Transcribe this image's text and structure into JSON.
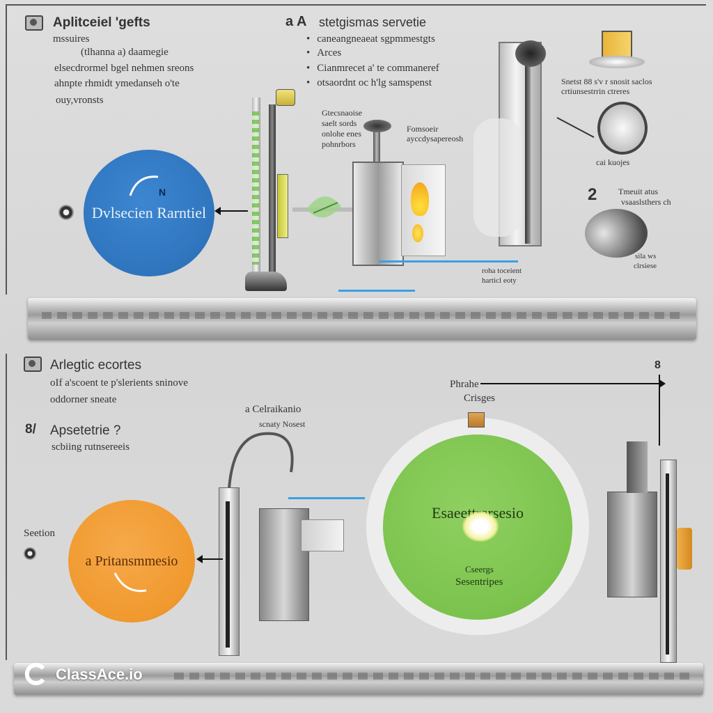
{
  "top": {
    "title": "Aplitceiel 'gefts",
    "desc_lines": [
      "mssuires",
      "(tlhanna a) daamegie",
      "elsecdrormel bgel nehmen sreons",
      "ahnpte rhmidt ymedanseh o'te",
      "ouy,vronsts"
    ],
    "step_label": "a A",
    "list_title": "stetgismas servetie",
    "bullets": [
      "caneangneaeat sgpmmestgts",
      "Arces",
      "Cianmrecet a' te commaneref",
      "otsaordnt oc h'lg samspenst"
    ],
    "callout_a": [
      "Gtecsnaoise",
      "saelt sords",
      "onlohe enes",
      "pohnrbors"
    ],
    "callout_b": [
      "Fomsoeir",
      "ayccdysapereosh"
    ],
    "circle_label": "Dvlsecien Rarntiel",
    "circle_icon_letter": "N",
    "right_note_1": [
      "Snetst 88 s'v r snosit saclos",
      "crtiunsestrrin ctreres"
    ],
    "right_note_2": "cai kuojes",
    "number": "2",
    "right_note_3": [
      "Tmeuit atus",
      "vsaaslsthers ch"
    ],
    "right_note_4": [
      "sila ws",
      "clrsiese"
    ],
    "bottom_note": [
      "roha toceient",
      "harticl eoty"
    ]
  },
  "bottom": {
    "title": "Arlegtic ecortes",
    "subtitle": [
      "oIf a'scoent te p'slerients sninove",
      "oddorner sneate"
    ],
    "step_label": "8/",
    "step_title": "Apsetetrie ?",
    "step_sub": "scbiing rutnsereeis",
    "device_label": [
      "a Celraikanio",
      "scnaty Nosest"
    ],
    "section_label": "Seetion",
    "orange_label": "a Pritansmmesio",
    "flow_label": [
      "Phrahe",
      "Crisges"
    ],
    "flow_number": "8",
    "green_title": "Esaeettrarsesio",
    "green_sub": [
      "Cseergs",
      "Sesentripes"
    ]
  },
  "brand": {
    "name": "ClassAce.io"
  },
  "colors": {
    "blue": "#2f75be",
    "orange": "#f0992e",
    "green": "#7cc34e"
  }
}
